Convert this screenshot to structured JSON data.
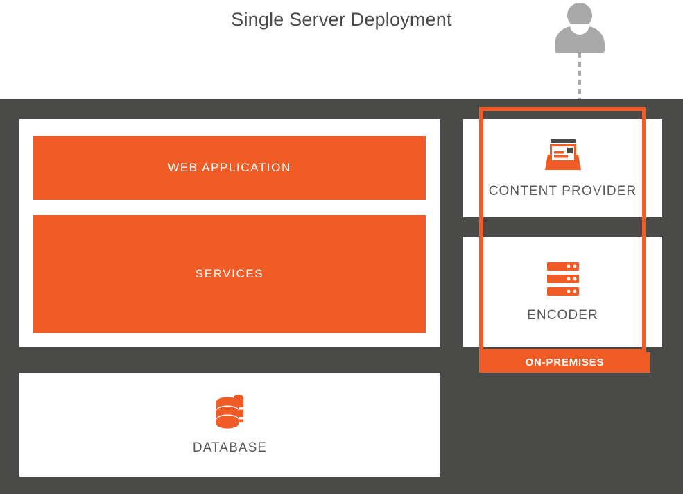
{
  "diagram": {
    "title": "Single Server Deployment",
    "colors": {
      "accent_orange": "#f15b26",
      "container_dark": "#4a4a48",
      "card_white": "#ffffff",
      "label_gray": "#58585a",
      "actor_gray": "#a9a9a9"
    }
  },
  "actor": {
    "name": "user-actor",
    "icon": "person-icon",
    "connector": "dashed-line"
  },
  "server": {
    "blocks": [
      {
        "label": "WEB APPLICATION",
        "name": "web-application"
      },
      {
        "label": "SERVICES",
        "name": "services"
      }
    ]
  },
  "database": {
    "label": "DATABASE",
    "icon": "database-icon"
  },
  "on_premises": {
    "banner_label": "ON-PREMISES",
    "nodes": [
      {
        "label": "CONTENT PROVIDER",
        "icon": "inbox-tray-icon"
      },
      {
        "label": "ENCODER",
        "icon": "server-stack-icon"
      }
    ]
  }
}
